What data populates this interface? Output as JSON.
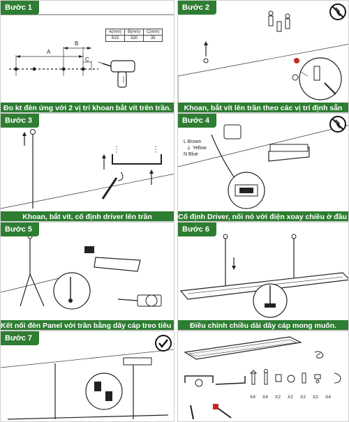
{
  "steps": [
    {
      "label": "Bước 1",
      "caption": "Đo kt đèn ứng với 2 vị trí khoan bắt vít trên trần."
    },
    {
      "label": "Bước 2",
      "caption": "Khoan, bắt vít lên trần theo các vị trí định sẵn"
    },
    {
      "label": "Bước 3",
      "caption": "Khoan, bắt vít, cố định driver lên trần"
    },
    {
      "label": "Bước 4",
      "caption": "Cố định Driver, nối nó với điện xoay chiều ở đầu AC"
    },
    {
      "label": "Bước 5",
      "caption": "Kết nối đèn Panel với trần bằng dây cáp treo tiêu chuẩn"
    },
    {
      "label": "Bước 6",
      "caption": "Điều chỉnh chiều dài dây cáp mong muốn."
    },
    {
      "label": "Bước 7",
      "caption": ""
    }
  ],
  "dimension_table": {
    "headers": [
      "A(mm)",
      "B(mm)",
      "C(mm)"
    ],
    "values": [
      "610",
      "330",
      "35"
    ]
  },
  "dimension_labels": {
    "a": "A",
    "b": "B",
    "c": "C"
  },
  "wire_labels": {
    "l": "L Brown",
    "earth": "⏚ Yellow",
    "n": "N Blue"
  },
  "parts_quantities": [
    "X4",
    "X4",
    "X2",
    "X2",
    "X2",
    "X2",
    "X4"
  ],
  "icons": {
    "no_drill": "no-drill-icon",
    "check": "checkmark-icon"
  },
  "colors": {
    "accent": "#2e7d32"
  }
}
